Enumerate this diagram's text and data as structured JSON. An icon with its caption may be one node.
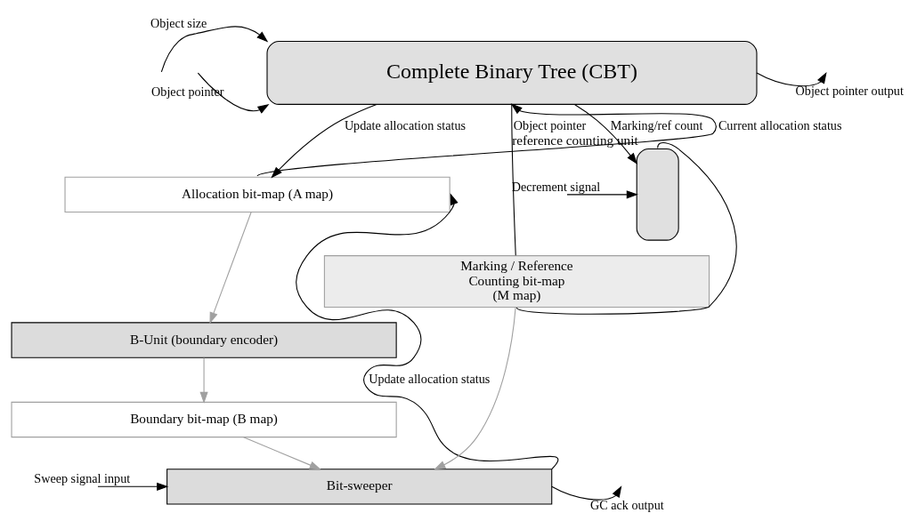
{
  "diagram": {
    "nodes": [
      {
        "text": [
          "Complete Binary Tree (CBT)"
        ]
      },
      {
        "text": [
          "Allocation bit-map (A map)"
        ]
      },
      {
        "text": [
          "B-Unit (boundary encoder)"
        ]
      },
      {
        "text": [
          "Boundary bit-map (B map)"
        ]
      },
      {
        "text": [
          "Bit-sweeper"
        ]
      },
      {
        "text": [
          "Marking / Reference",
          "Counting bit-map",
          "(M map)"
        ]
      },
      {
        "text": [],
        "shape": "box",
        "beside": [
          "reference counting unit"
        ]
      }
    ],
    "edges": [
      {
        "from": null,
        "to": 0,
        "arrow": "to",
        "label": "Object size"
      },
      {
        "from": null,
        "to": 0,
        "arrow": "to",
        "label": "Object pointer"
      },
      {
        "from": 0,
        "to": null,
        "arrow": "to",
        "label": "Object pointer output"
      },
      {
        "from": 0,
        "to": 1,
        "arrow": "to",
        "label": "Update allocation status"
      },
      {
        "from": 1,
        "to": 0,
        "arrow": "to",
        "label": "Current allocation status"
      },
      {
        "from": 1,
        "to": 2,
        "arrow": "to",
        "color": "#a0a0a0"
      },
      {
        "from": 2,
        "to": 3,
        "arrow": "to",
        "color": "#a0a0a0"
      },
      {
        "from": 3,
        "to": 4,
        "arrow": "to",
        "color": "#a0a0a0"
      },
      {
        "from": 5,
        "to": 4,
        "arrow": "to",
        "color": "#a0a0a0"
      },
      {
        "from": 4,
        "to": 1,
        "arrow": "to",
        "label": "Update allocation status"
      },
      {
        "from": 4,
        "to": null,
        "arrow": "to",
        "label": "GC ack output"
      },
      {
        "from": null,
        "to": 4,
        "arrow": "to",
        "label": "Sweep signal input"
      },
      {
        "from": 0,
        "to": 5,
        "arrow": "none",
        "label": "Object pointer"
      },
      {
        "from": 0,
        "to": 6,
        "arrow": "to",
        "label": "Marking/ref count"
      },
      {
        "from": null,
        "to": 6,
        "arrow": "to",
        "label": "Decrement signal"
      },
      {
        "from": 6,
        "to": 5,
        "arrow": "none"
      }
    ]
  }
}
